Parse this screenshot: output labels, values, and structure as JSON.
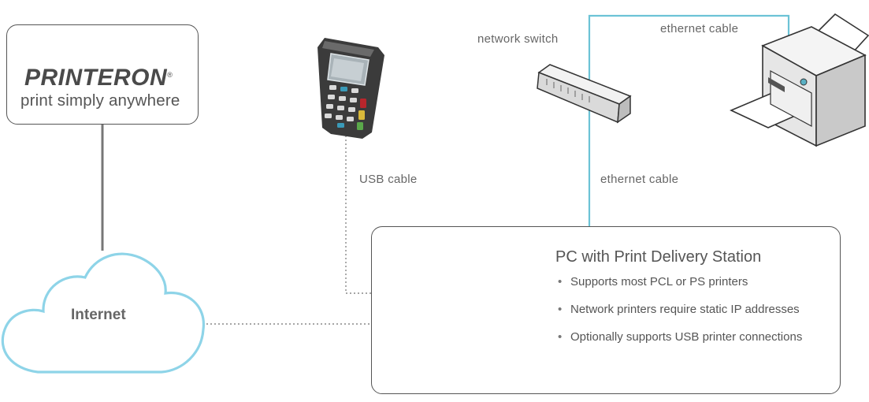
{
  "logo": {
    "brand": "PRINTERON",
    "registered": "®",
    "tagline": "print simply anywhere",
    "icon": "butterfly-icon"
  },
  "labels": {
    "network_switch": "network switch",
    "ethernet_cable_top": "ethernet cable",
    "ethernet_cable_mid": "ethernet cable",
    "usb_cable": "USB cable"
  },
  "cloud": {
    "label": "Internet",
    "icon": "cloud-icon"
  },
  "pc_station": {
    "title": "PC with Print Delivery Station",
    "features": [
      "Supports most PCL or PS printers",
      "Network printers require static IP addresses",
      "Optionally supports USB printer connections"
    ]
  },
  "devices": {
    "payment_terminal": "payment-terminal-icon",
    "switch": "network-switch-icon",
    "printer": "printer-icon",
    "computer": "desktop-computer-icon"
  },
  "colors": {
    "ethernet": "#6cc3d6",
    "logo_accent": "#3aa8df",
    "cloud_stroke": "#8ed4e8",
    "line_gray": "#777777"
  }
}
